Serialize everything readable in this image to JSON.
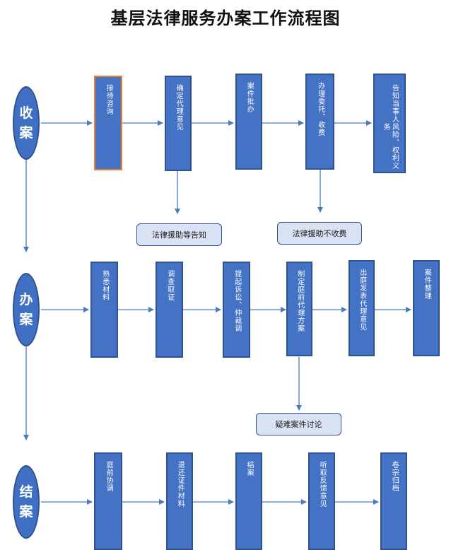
{
  "title": "基层法律服务办案工作流程图",
  "colors": {
    "box_fill": "#4472c4",
    "box_border": "#2f528f",
    "highlight_border": "#ed7d31",
    "note_fill": "#dae3f3",
    "arrow": "#4a7ac0"
  },
  "stages": [
    {
      "line1": "收",
      "line2": "案"
    },
    {
      "line1": "办",
      "line2": "案"
    },
    {
      "line1": "结",
      "line2": "案"
    }
  ],
  "row1": [
    "接待咨询",
    "确定代理意见",
    "案件批办",
    "办理委托、收费",
    "告知当事人风险、权利义务"
  ],
  "row2": [
    "熟悉材料",
    "调查取证",
    "提起诉讼、仲裁调",
    "制定庭前代理方案",
    "出庭发表代理意见",
    "案件整理"
  ],
  "row3": [
    "庭前协调",
    "退还证件材料",
    "结案",
    "听取反馈意见",
    "卷宗归档"
  ],
  "notes": [
    "法律援助等告知",
    "法律援助不收费",
    "疑难案件讨论"
  ]
}
